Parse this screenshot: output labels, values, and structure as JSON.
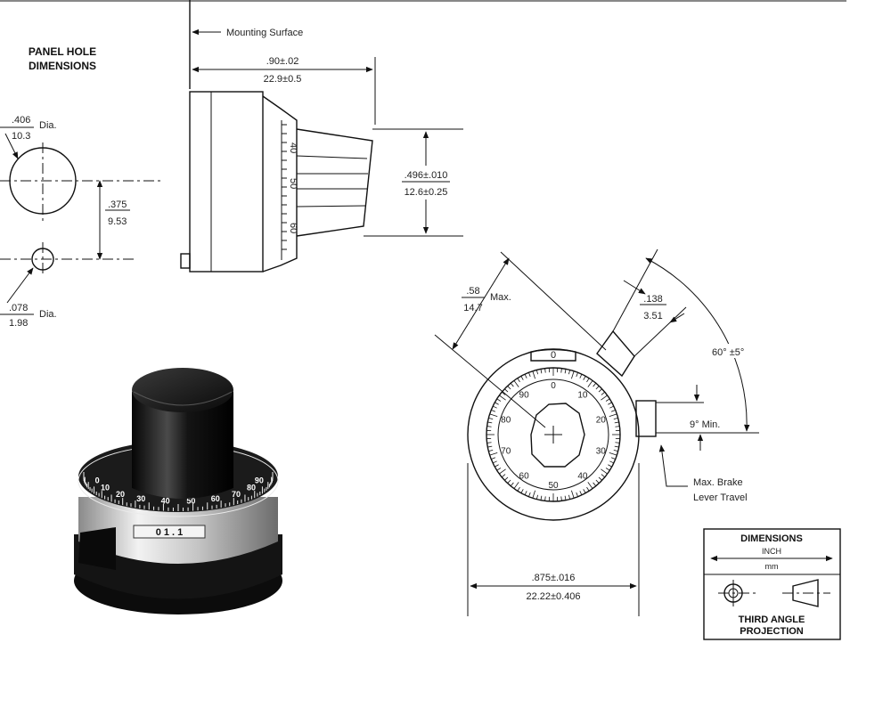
{
  "panel": {
    "title_line1": "PANEL HOLE",
    "title_line2": "DIMENSIONS",
    "hole_dia_in": ".406",
    "hole_dia_mm": "10.3",
    "hole_dia_unit": "Dia.",
    "spacing_in": ".375",
    "spacing_mm": "9.53",
    "pin_dia_in": ".078",
    "pin_dia_mm": "1.98",
    "pin_dia_unit": "Dia."
  },
  "side_view": {
    "mounting_label": "Mounting Surface",
    "length_in": ".90±.02",
    "length_mm": "22.9±0.5",
    "height_in": ".496±.010",
    "height_mm": "12.6±0.25",
    "scale_marks": [
      "40",
      "50",
      "60"
    ]
  },
  "front_view": {
    "offset_in": ".58",
    "offset_mm": "14.7",
    "offset_note": "Max.",
    "lever_in": ".138",
    "lever_mm": "3.51",
    "angle": "60° ±5°",
    "min_angle": "9° Min.",
    "brake_line1": "Max. Brake",
    "brake_line2": "Lever Travel",
    "dia_in": ".875±.016",
    "dia_mm": "22.22±0.406",
    "window_digit": "0",
    "dial_numbers": [
      "0",
      "10",
      "20",
      "30",
      "40",
      "50",
      "60",
      "70",
      "80",
      "90"
    ]
  },
  "legend": {
    "title": "DIMENSIONS",
    "unit_top": "INCH",
    "unit_bottom": "mm",
    "projection_line1": "THIRD ANGLE",
    "projection_line2": "PROJECTION"
  },
  "photo": {
    "window_digits": "0 1 . 1",
    "scale_marks": [
      "0",
      "10",
      "20",
      "30",
      "40",
      "50",
      "60",
      "70",
      "80",
      "90"
    ]
  }
}
